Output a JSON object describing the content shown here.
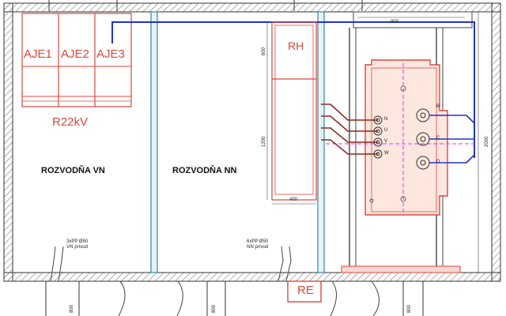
{
  "rooms": {
    "vn": "ROZVODŇA VN",
    "nn": "ROZVODŇA NN"
  },
  "switchgear": {
    "cells": [
      "AJE1",
      "AJE2",
      "AJE3"
    ],
    "name": "R22kV"
  },
  "cabinet": {
    "name": "RH",
    "dims": {
      "top": "600",
      "height": "1200",
      "width": "400"
    }
  },
  "transformer_bay": {
    "width_dim": "900",
    "height_dim": "2000",
    "terminals_left": [
      "N",
      "U",
      "V",
      "W"
    ],
    "terminals_right": [
      "B",
      "C",
      "D"
    ]
  },
  "ducts": {
    "vn": {
      "line1": "3xPP Ø50",
      "line2": "VN prívod"
    },
    "nn": {
      "line1": "6xPP Ø50",
      "line2": "NN prívod"
    }
  },
  "earthing": "RE",
  "cable_offsets": [
    "800",
    "800",
    "800"
  ],
  "colors": {
    "red": "#e0473c",
    "wall": "#333333",
    "wall_hatch": "#777777",
    "cable_blue": "#2233cc",
    "brown": "#8b2a1c",
    "magenta": "#ff22ff",
    "teal": "#2f8c9a"
  }
}
